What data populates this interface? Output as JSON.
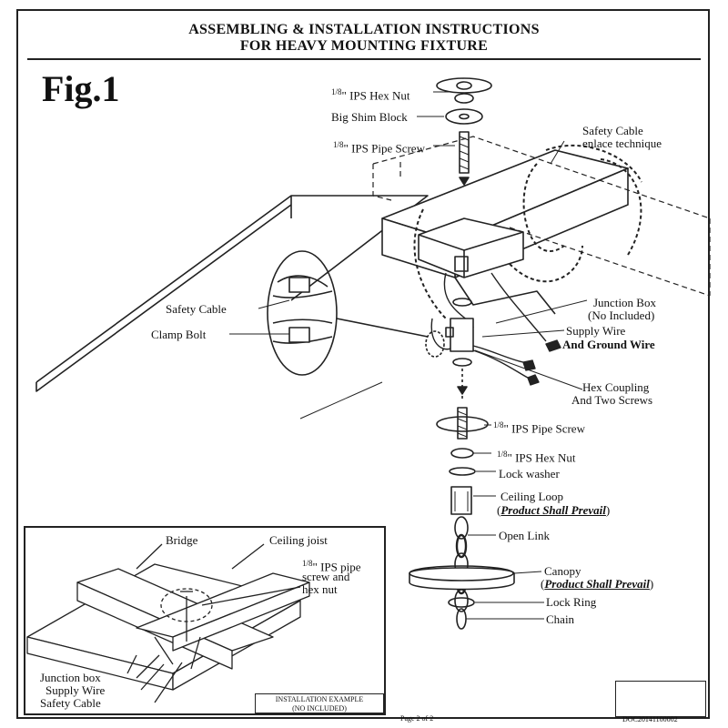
{
  "title_line1": "ASSEMBLING & INSTALLATION INSTRUCTIONS",
  "title_line2": "FOR HEAVY MOUNTING FIXTURE",
  "figure_label": "Fig.1",
  "labels": {
    "hex_nut_top_frac": "1/8",
    "hex_nut_top": "\" IPS Hex Nut",
    "shim_block": "Big Shim Block",
    "pipe_screw_top_frac": "1/8",
    "pipe_screw_top": "\" IPS Pipe Screw",
    "safety_cable_technique_1": "Safety Cable",
    "safety_cable_technique_2": "enlace technique",
    "safety_cable": "Safety Cable",
    "clamp_bolt": "Clamp Bolt",
    "junction_box_1": "Junction Box",
    "junction_box_2": "(No Included)",
    "supply_wire": "Supply Wire",
    "ground_wire": "And Ground Wire",
    "hex_coupling_1": "Hex Coupling",
    "hex_coupling_2": "And Two Screws",
    "pipe_screw_mid_frac": "1/8",
    "pipe_screw_mid": "\" IPS Pipe Screw",
    "hex_nut_mid_frac": "1/8",
    "hex_nut_mid": "\" IPS Hex Nut",
    "lock_washer": "Lock washer",
    "ceiling_loop": "Ceiling Loop",
    "product_prevail_1": "Product Shall Prevail",
    "open_link": "Open Link",
    "canopy": "Canopy",
    "product_prevail_2": "Product Shall Prevail",
    "lock_ring": "Lock Ring",
    "chain": "Chain"
  },
  "inset": {
    "bridge": "Bridge",
    "ceiling_joist": "Ceiling joist",
    "pipe_note_frac": "1/8",
    "pipe_note_1": "\" IPS pipe",
    "pipe_note_2": "screw and",
    "pipe_note_3": "hex nut",
    "junction_box": "Junction box",
    "supply_wire": "Supply Wire",
    "safety_cable": "Safety Cable",
    "example_1": "INSTALLATION EXAMPLE",
    "example_2": "(NO INCLUDED)"
  },
  "page_number": "Page 2 of 2",
  "doc_code": "DOC20141100002"
}
